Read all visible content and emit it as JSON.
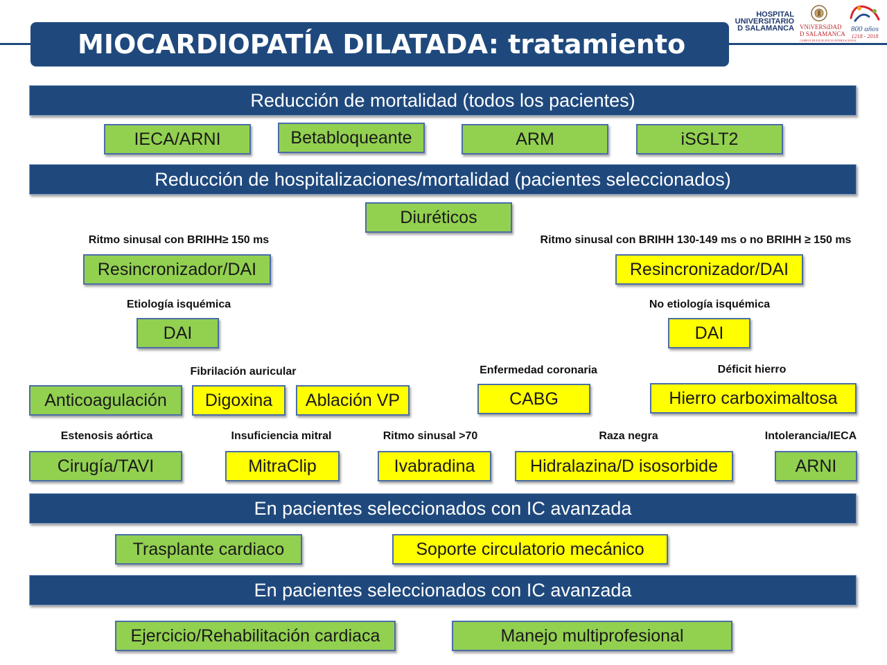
{
  "title": "MIOCARDIOPATÍA DILATADA: tratamiento",
  "logos": {
    "hospital": [
      "HOSPITAL",
      "UNIVERSITARIO",
      "D SALAMANCA"
    ],
    "university": [
      "VNiVERSiDAD",
      "D SALAMANCA"
    ],
    "university_sub": "CAMPUS DE EXCELENCIA INTERNACIONAL",
    "usal_years": "800 años",
    "usal_range": "1218 - 2018"
  },
  "bands": {
    "mortality": "Reducción de mortalidad (todos los pacientes)",
    "hospitalizations": "Reducción de hospitalizaciones/mortalidad (pacientes seleccionados)",
    "advanced_1": "En pacientes seleccionados con IC avanzada",
    "advanced_2": "En pacientes seleccionados con IC avanzada"
  },
  "all_patients": {
    "ieca_arni": "IECA/ARNI",
    "betablocker": "Betabloqueante",
    "arm": "ARM",
    "isglt2": "iSGLT2"
  },
  "diuretics": "Diuréticos",
  "crt_left": {
    "label": "Ritmo sinusal con BRIHH≥ 150 ms",
    "value": "Resincronizador/DAI"
  },
  "crt_right": {
    "label": "Ritmo sinusal con BRIHH 130-149 ms o no BRIHH ≥ 150 ms",
    "value": "Resincronizador/DAI"
  },
  "dai_left": {
    "label": "Etiología isquémica",
    "value": "DAI"
  },
  "dai_right": {
    "label": "No etiología isquémica",
    "value": "DAI"
  },
  "af": {
    "label": "Fibrilación auricular",
    "anticoag": "Anticoagulación",
    "digoxin": "Digoxina",
    "ablation": "Ablación VP"
  },
  "coronary": {
    "label": "Enfermedad coronaria",
    "value": "CABG"
  },
  "iron": {
    "label": "Déficit hierro",
    "value": "Hierro carboximaltosa"
  },
  "aortic": {
    "label": "Estenosis aórtica",
    "value": "Cirugía/TAVI"
  },
  "mitral": {
    "label": "Insuficiencia mitral",
    "value": "MitraClip"
  },
  "sinus": {
    "label": "Ritmo sinusal >70",
    "value": "Ivabradina"
  },
  "race": {
    "label": "Raza negra",
    "value": "Hidralazina/D isosorbide"
  },
  "intol": {
    "label": "Intolerancia/IECA",
    "value": "ARNI"
  },
  "advanced": {
    "transplant": "Trasplante cardiaco",
    "mcs": "Soporte circulatorio mecánico"
  },
  "advanced2": {
    "rehab": "Ejercicio/Rehabilitación cardiaca",
    "multi": "Manejo multiprofesional"
  }
}
